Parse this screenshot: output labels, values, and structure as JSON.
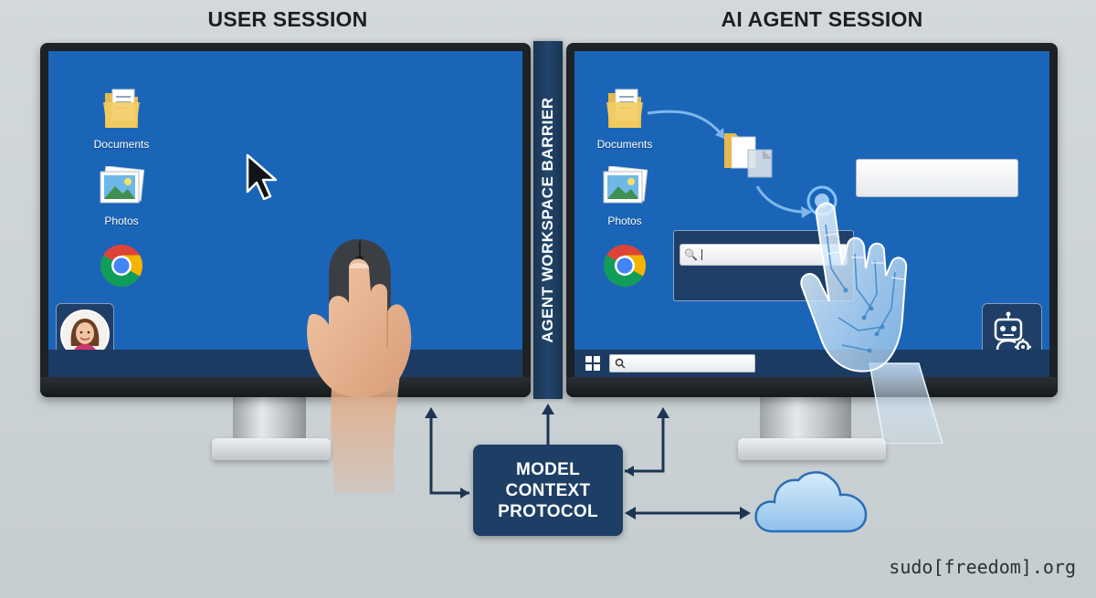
{
  "titles": {
    "user_session": "USER SESSION",
    "agent_session": "AI AGENT SESSION"
  },
  "barrier": {
    "label": "AGENT WORKSPACE BARRIER"
  },
  "mcp": {
    "line1": "MODEL",
    "line2": "CONTEXT",
    "line3": "PROTOCOL"
  },
  "user_screen": {
    "icons": [
      {
        "label": "Documents",
        "icon": "folder-document-icon"
      },
      {
        "label": "Photos",
        "icon": "photos-icon"
      },
      {
        "label": "",
        "icon": "chrome-icon"
      }
    ],
    "avatar": "user-avatar"
  },
  "agent_screen": {
    "icons": [
      {
        "label": "Documents",
        "icon": "folder-document-icon"
      },
      {
        "label": "Photos",
        "icon": "photos-icon"
      },
      {
        "label": "",
        "icon": "chrome-icon"
      }
    ],
    "search_glyph": "🔍",
    "agent_badge": "robot-gear-icon"
  },
  "watermark": "sudo[freedom].org",
  "colors": {
    "screen_blue": "#1a65b8",
    "barrier_navy": "#1d3f66",
    "arrow_navy": "#1d3553",
    "cloud_blue": "#9ecbf0"
  }
}
